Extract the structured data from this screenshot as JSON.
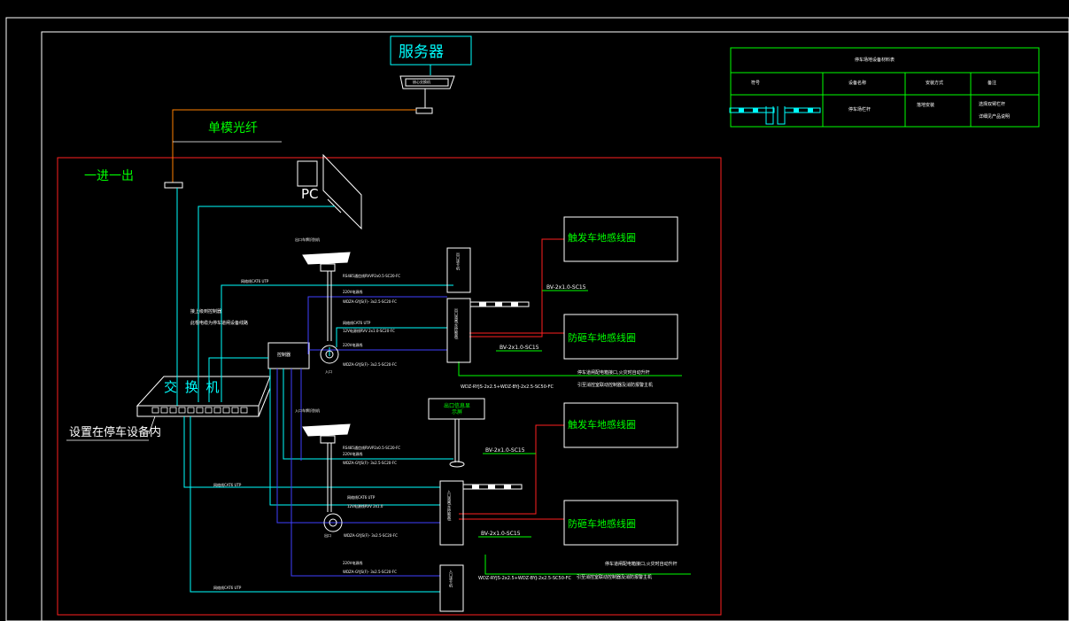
{
  "server": {
    "label": "服务器",
    "switch_label": "核心交换机"
  },
  "fiber_label": "单模光纤",
  "in_out_label": "一进一出",
  "pc_label": "PC",
  "switch": {
    "label": "交 换 机",
    "location_note": "设置在停车设备内"
  },
  "controller": {
    "label": "控制器",
    "note1": "接上级到控制器",
    "note2": "此根电缆为停车道闸设备线路"
  },
  "legend": {
    "title": "停车场地设备材料表",
    "headers": [
      "符号",
      "设备名称",
      "安装方式",
      "备注"
    ],
    "row": {
      "name": "停车场栏杆",
      "install": "落地安装",
      "remark1": "选择双臂栏杆",
      "remark2": "详细见产品说明"
    }
  },
  "entrance_camera_top": "出口车牌识别机",
  "entrance_camera_bottom": "入口车牌识别机",
  "coils": {
    "top_trigger": "触发车地感线圈",
    "top_anti": "防砸车地感线圈",
    "bottom_trigger": "触发车地感线圈",
    "bottom_anti": "防砸车地感线圈"
  },
  "display_label": "出口信息显示屏",
  "cable_labels": {
    "bv1": "BV-2x1.0-SC15",
    "bv2": "BV-2x1.0-SC15",
    "bv3": "BV-2x1.0-SC15",
    "bv4": "BV-2x1.0-SC15",
    "utp_top": "网络线CAT6 UTP",
    "rvv_top": "RS485通信线RVVP2x0.5-SC20-FC",
    "pwr_top": "220V电源线",
    "wdz_top": "WDZA-GYJS(F)- 3x2.5-SC20-FC",
    "utp_top2": "网络线CAT6 UTP",
    "rvv_top2": "12V电源线RVV 2x1.0-SC20-FC",
    "pwr_top2": "220V电源线",
    "wdz_top2": "WDZA-GYJS(F)- 3x2.5-SC20-FC",
    "wdz_main_top": "WDZ-RYJS-2x2.5+WDZ-BYJ-2x2.5-SC50-FC",
    "note_top1": "停车道闸配电箱接口,火灾时自动升杆",
    "note_top2": "引至消控室联动控制器及消防报警主机",
    "rvv_bot": "RS485通信线RVVP2x0.5-SC20-FC",
    "pwr_bot": "220V电源线",
    "wdz_bot": "WDZA-GYJS(F)- 3x2.5-SC20-FC",
    "utp_bot_side": "网络线CAT6 UTP",
    "utp_bot": "网络线CAT6 UTP",
    "rvv_bot2": "12V电源线RVV 2x1.0",
    "wdz_bot2": "WDZA-GYJS(F)- 3x2.5-SC20-FC",
    "pwr_bot3": "220V电源线",
    "wdz_bot3": "WDZA-GYJS(F)- 3x2.5-SC20-FC",
    "utp_bot3": "网络线CAT6 UTP",
    "wdz_main_bot": "WDZ-RYJS-2x2.5+WDZ-BYJ-2x2.5-SC50-FC",
    "note_bot1": "停车道闸配电箱接口,火灾时自动升杆",
    "note_bot2": "引至消控室联动控制器及消防报警主机"
  },
  "gate_labels": {
    "top_box": "出口读卡机",
    "top_gate": "出口道闸(含控制器)",
    "bot_gate": "入口道闸(含控制器)",
    "bot_box": "入口读卡机"
  },
  "pole_labels": {
    "top": "入口",
    "bottom": "出口"
  },
  "colors": {
    "green": "#00ff00",
    "cyan": "#00ffff",
    "red": "#ff0000",
    "blue": "#3a3aff",
    "orange": "#ff8000",
    "white": "#ffffff"
  }
}
